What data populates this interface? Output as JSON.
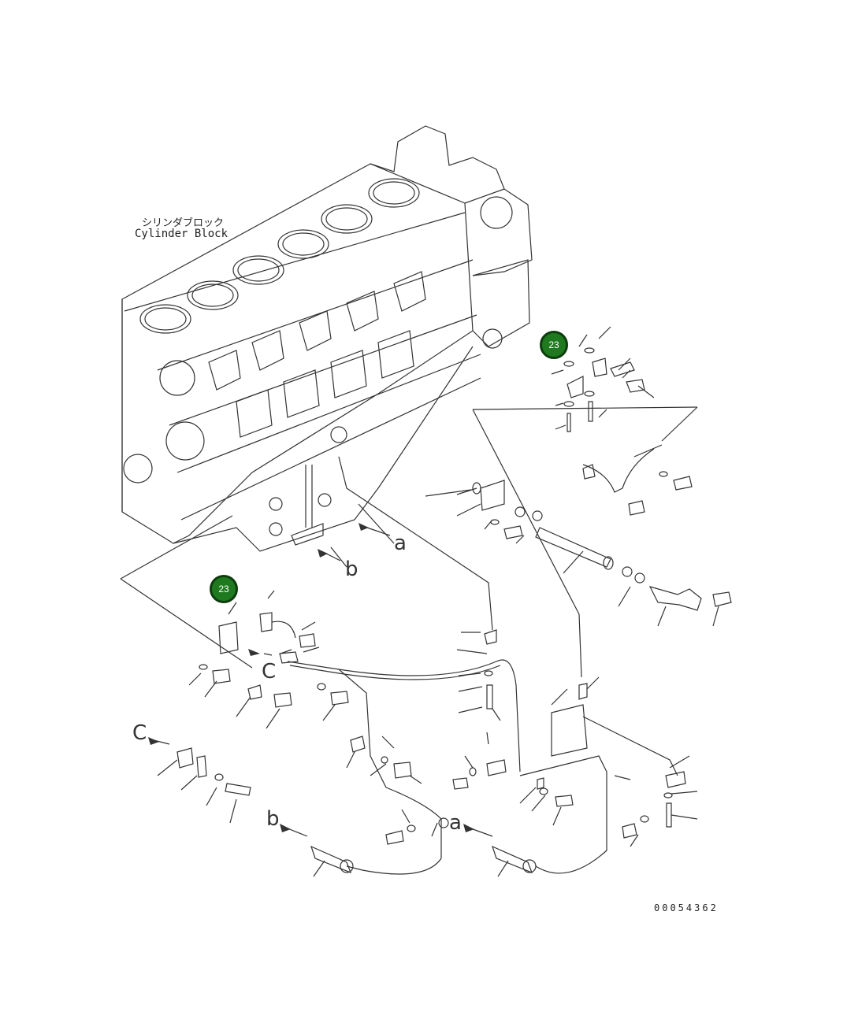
{
  "block_label": {
    "jp": "シリンダブロック",
    "en": "Cylinder Block"
  },
  "callouts": [
    "23",
    "23"
  ],
  "letters": {
    "a1": "a",
    "b1": "b",
    "c1": "C",
    "c2": "C",
    "b2": "b",
    "a2": "a"
  },
  "doc_number": "00054362",
  "colors": {
    "line": "#333333",
    "callout_fill": "#1f7a1f",
    "callout_border": "#0d3d0d"
  }
}
